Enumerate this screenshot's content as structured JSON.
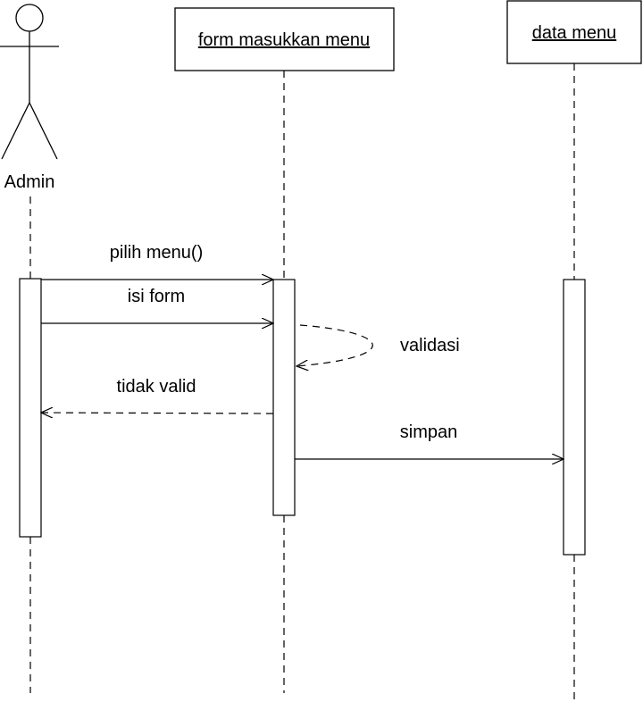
{
  "diagram": {
    "type": "sequence",
    "actor": {
      "label": "Admin"
    },
    "objects": [
      {
        "id": "form",
        "label": "form masukkan menu"
      },
      {
        "id": "data",
        "label": "data menu"
      }
    ],
    "messages": [
      {
        "label": "pilih menu()",
        "from": "Admin",
        "to": "form masukkan menu",
        "style": "solid"
      },
      {
        "label": "isi form",
        "from": "Admin",
        "to": "form masukkan menu",
        "style": "solid"
      },
      {
        "label": "validasi",
        "from": "form masukkan menu",
        "to": "form masukkan menu",
        "style": "dashed-self"
      },
      {
        "label": "tidak valid",
        "from": "form masukkan menu",
        "to": "Admin",
        "style": "dashed-return"
      },
      {
        "label": "simpan",
        "from": "form masukkan menu",
        "to": "data menu",
        "style": "solid"
      }
    ]
  }
}
